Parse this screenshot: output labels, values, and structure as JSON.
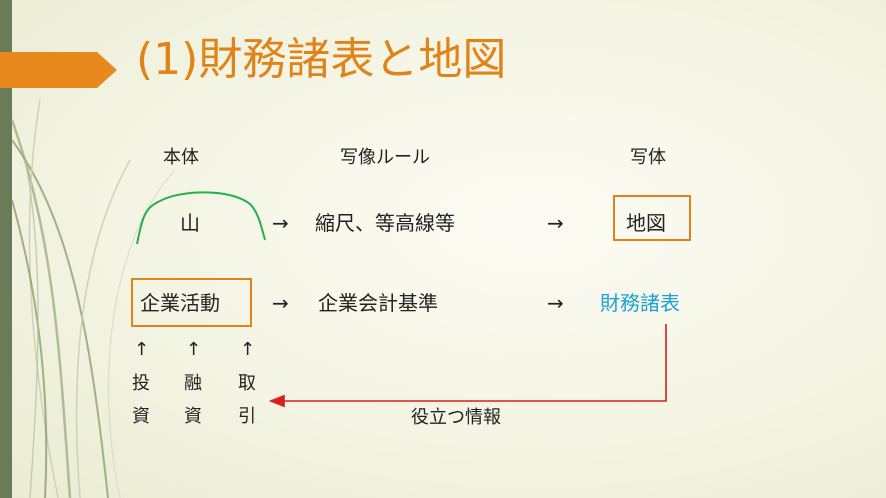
{
  "title": "(1)財務諸表と地図",
  "headers": {
    "body": "本体",
    "rule": "写像ルール",
    "image": "写体"
  },
  "row1": {
    "source": "山",
    "arrow1": "→",
    "rule": "縮尺、等高線等",
    "arrow2": "→",
    "result": "地図"
  },
  "row2": {
    "source": "企業活動",
    "arrow1": "→",
    "rule": "企業会計基準",
    "arrow2": "→",
    "result": "財務諸表"
  },
  "activities": {
    "up_arrow": "↑",
    "items": [
      {
        "line1": "投",
        "line2": "資"
      },
      {
        "line1": "融",
        "line2": "資"
      },
      {
        "line1": "取",
        "line2": "引"
      }
    ]
  },
  "feedback_label": "役立つ情報",
  "colors": {
    "accent": "#e08419",
    "blue": "#1ba1d6",
    "mountain": "#22b14c",
    "feedback": "#d92020",
    "left_bar": "#6b7b58"
  }
}
